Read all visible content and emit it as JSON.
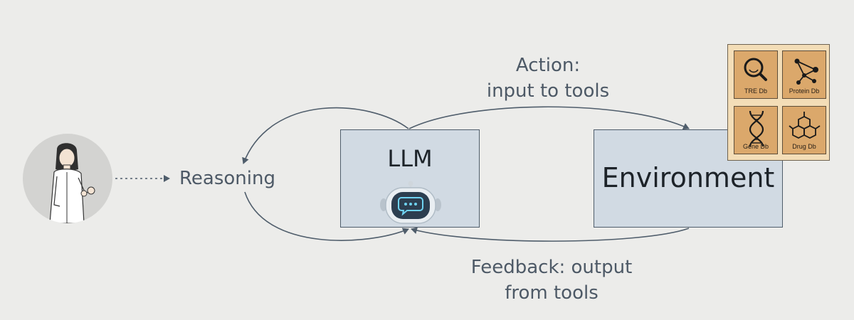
{
  "diagram": {
    "reasoning_label": "Reasoning",
    "llm_label": "LLM",
    "environment_label": "Environment",
    "action": {
      "line1": "Action:",
      "line2": "input to tools"
    },
    "feedback": {
      "line1": "Feedback: output",
      "line2": "from tools"
    },
    "tools": [
      {
        "label": "TRE Db",
        "icon": "magnifier-icon"
      },
      {
        "label": "Protein Db",
        "icon": "molecule-network-icon"
      },
      {
        "label": "Gene Db",
        "icon": "dna-icon"
      },
      {
        "label": "Drug Db",
        "icon": "chemical-structure-icon"
      }
    ]
  },
  "colors": {
    "background": "#ececea",
    "box_fill": "#d1dae3",
    "box_border": "#4f5d6b",
    "tool_panel": "#f3ddb7",
    "tool_tile": "#dba86b",
    "text_secondary": "#4d5966",
    "arrow": "#4f5d6b"
  }
}
